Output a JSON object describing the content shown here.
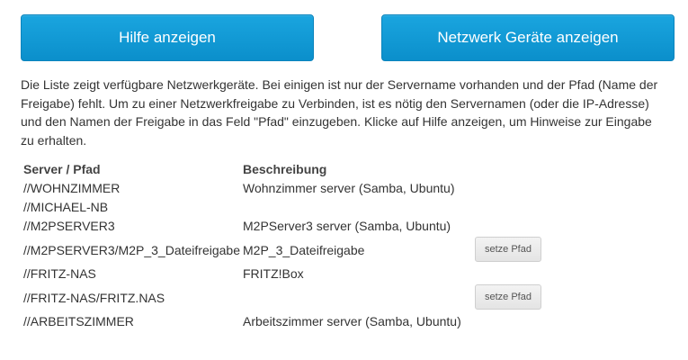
{
  "buttons": {
    "help_label": "Hilfe anzeigen",
    "network_label": "Netzwerk Geräte anzeigen"
  },
  "description": "Die Liste zeigt verfügbare Netzwerkgeräte. Bei einigen ist nur der Servername vorhanden und der Pfad (Name der Freigabe) fehlt. Um zu einer Netzwerkfreigabe zu Verbinden, ist es nötig den Servernamen (oder die IP-Adresse) und den Namen der Freigabe in das Feld \"Pfad\" einzugeben. Klicke auf Hilfe anzeigen, um Hinweise zur Eingabe zu erhalten.",
  "table": {
    "headers": {
      "server": "Server / Pfad",
      "description": "Beschreibung"
    },
    "rows": [
      {
        "server": "//WOHNZIMMER",
        "description": "Wohnzimmer server (Samba, Ubuntu)",
        "action": ""
      },
      {
        "server": "//MICHAEL-NB",
        "description": "",
        "action": ""
      },
      {
        "server": "//M2PSERVER3",
        "description": "M2PServer3 server (Samba, Ubuntu)",
        "action": ""
      },
      {
        "server": "//M2PSERVER3/M2P_3_Dateifreigabe",
        "description": "M2P_3_Dateifreigabe",
        "action": "setze Pfad"
      },
      {
        "server": "//FRITZ-NAS",
        "description": "FRITZ!Box",
        "action": ""
      },
      {
        "server": "//FRITZ-NAS/FRITZ.NAS",
        "description": "",
        "action": "setze Pfad"
      },
      {
        "server": "//ARBEITSZIMMER",
        "description": "Arbeitszimmer server (Samba, Ubuntu)",
        "action": ""
      }
    ]
  },
  "colors": {
    "primary_button": "#0b8fcb",
    "secondary_button": "#e9e9e9",
    "text": "#333333"
  }
}
